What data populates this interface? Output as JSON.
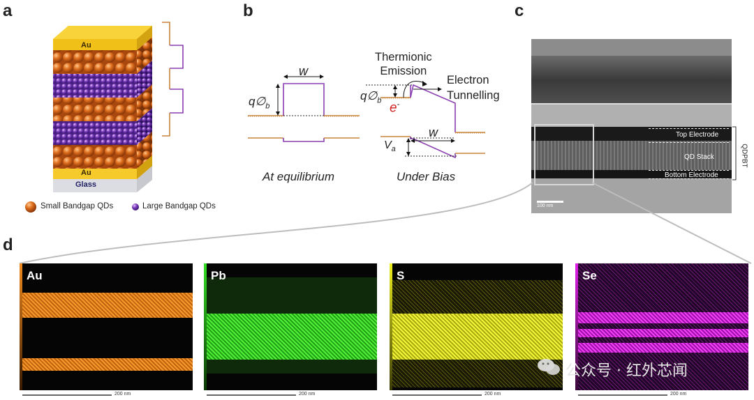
{
  "panels": {
    "a": "a",
    "b": "b",
    "c": "c",
    "d": "d"
  },
  "panel_a": {
    "top_electrode": "Au",
    "bottom_electrode": "Au",
    "substrate": "Glass",
    "legend_small": "Small Bandgap QDs",
    "legend_large": "Large Bandgap QDs",
    "colors": {
      "gold": "#f2c21a",
      "small_qd": "#d9661e",
      "large_qd": "#7a3db0",
      "potential_orange": "#c8843a",
      "potential_purple": "#8a3fb0"
    }
  },
  "panel_b": {
    "w_label_eq": "w",
    "barrier_eq": "q∅",
    "barrier_sub": "b",
    "caption_eq": "At equilibrium",
    "thermionic_1": "Thermionic",
    "thermionic_2": "Emission",
    "tunnel_1": "Electron",
    "tunnel_2": "Tunnelling",
    "barrier_bias": "q∅",
    "barrier_bias_sub": "b",
    "electron": "e",
    "electron_sup": "-",
    "w_label_bias": "w",
    "va": "V",
    "va_sub": "a",
    "caption_bias": "Under Bias"
  },
  "panel_c": {
    "top_electrode": "Top Electrode",
    "qd_stack": "QD Stack",
    "bottom_electrode": "Bottom Electrode",
    "side_label": "QDPBT",
    "scale": "100 nm"
  },
  "panel_d": {
    "maps": [
      {
        "element": "Au",
        "color": "#f08a1e",
        "scale": "200 nm"
      },
      {
        "element": "Pb",
        "color": "#35e025",
        "scale": "200 nm"
      },
      {
        "element": "S",
        "color": "#eef01e",
        "scale": "200 nm"
      },
      {
        "element": "Se",
        "color": "#e020e8",
        "scale": "200 nm"
      }
    ]
  },
  "watermark": "公众号 · 红外芯闻"
}
